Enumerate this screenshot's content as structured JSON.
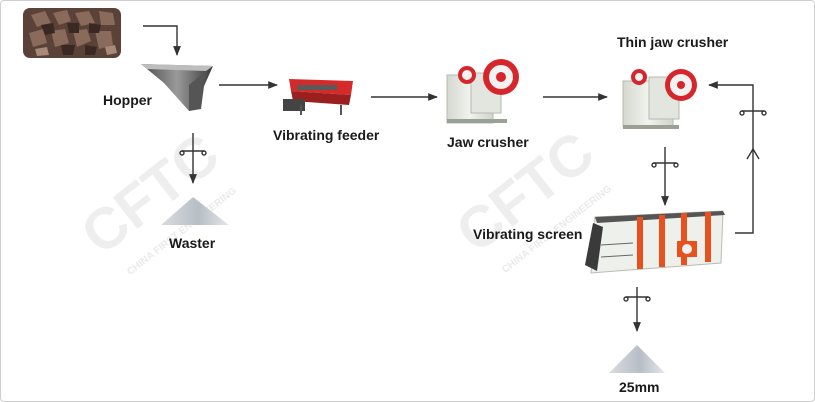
{
  "labels": {
    "hopper": "Hopper",
    "vibrating_feeder": "Vibrating feeder",
    "jaw_crusher": "Jaw crusher",
    "thin_jaw_crusher": "Thin jaw crusher",
    "vibrating_screen": "Vibrating screen",
    "waster": "Waster",
    "product": "25mm"
  },
  "watermark": {
    "logo_text": "CFTC",
    "tagline": "CHINA FIRST ENGINEERING"
  },
  "colors": {
    "arrow": "#333333",
    "machine_body": "#e9ece6",
    "machine_red": "#d7262b",
    "feeder_red": "#d42a2a",
    "screen_orange": "#e8501e",
    "pile": "#c9ced3",
    "watermark": "#ececec"
  }
}
